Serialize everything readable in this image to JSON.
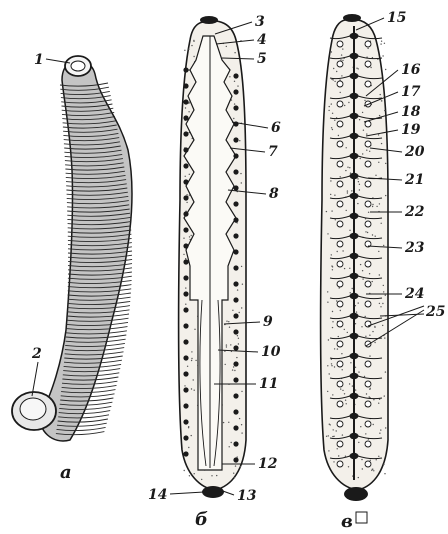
{
  "labels": {
    "l1": "1",
    "l2": "2",
    "l3": "3",
    "l4": "4",
    "l5": "5",
    "l6": "6",
    "l7": "7",
    "l8": "8",
    "l9": "9",
    "l10": "10",
    "l11": "11",
    "l12": "12",
    "l13": "13",
    "l14": "14",
    "l15": "15",
    "l16": "16",
    "l17": "17",
    "l18": "18",
    "l19": "19",
    "l20": "20",
    "l21": "21",
    "l22": "22",
    "l23": "23",
    "l24": "24",
    "l25": "25"
  },
  "captions": {
    "a": "a",
    "b": "б",
    "v": "в"
  },
  "colors": {
    "ink": "#1a1a1a",
    "paper": "#ffffff",
    "body_fill": "#f3f0ea",
    "ring_fill": "#b9b9b9"
  }
}
